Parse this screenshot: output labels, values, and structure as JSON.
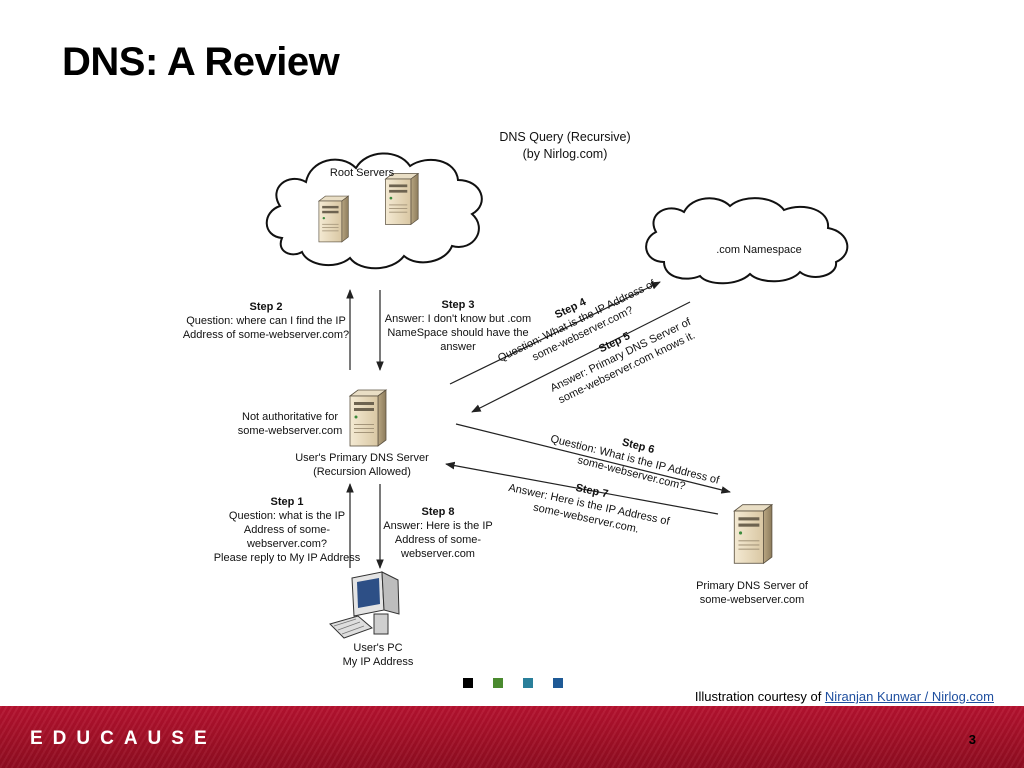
{
  "slide": {
    "title": "DNS: A Review",
    "page_number": "3"
  },
  "diagram": {
    "header_line1": "DNS Query (Recursive)",
    "header_line2": "(by Nirlog.com)",
    "root_servers_label": "Root Servers",
    "com_namespace_label": ".com Namespace",
    "primary_server": {
      "note_line1": "Not authoritative for",
      "note_line2": "some-webserver.com",
      "label_line1": "User's Primary DNS Server",
      "label_line2": "(Recursion Allowed)"
    },
    "users_pc": {
      "label_line1": "User's PC",
      "label_line2": "My IP Address"
    },
    "authoritative_server": {
      "label_line1": "Primary DNS Server of",
      "label_line2": "some-webserver.com"
    },
    "steps": {
      "step1": {
        "title": "Step 1",
        "lines": [
          "Question: what is the IP",
          "Address of some-",
          "webserver.com?",
          "Please reply to My IP Address"
        ]
      },
      "step2": {
        "title": "Step 2",
        "lines": [
          "Question: where can I find the IP",
          "Address of some-webserver.com?"
        ]
      },
      "step3": {
        "title": "Step 3",
        "lines": [
          "Answer: I don't know but .com",
          "NameSpace should have the",
          "answer"
        ]
      },
      "step4": {
        "title": "Step 4",
        "lines": [
          "Question: What is the IP Address of",
          "some-webserver.com?"
        ]
      },
      "step5": {
        "title": "Step 5",
        "lines": [
          "Answer: Primary DNS Server of",
          "some-webserver.com knows it."
        ]
      },
      "step6": {
        "title": "Step 6",
        "lines": [
          "Question: What is the IP Address of",
          "some-webserver.com?"
        ]
      },
      "step7": {
        "title": "Step 7",
        "lines": [
          "Answer: Here is the IP Address of",
          "some-webserver.com."
        ]
      },
      "step8": {
        "title": "Step 8",
        "lines": [
          "Answer: Here is the IP",
          "Address of some-",
          "webserver.com"
        ]
      }
    }
  },
  "credit": {
    "prefix": "Illustration courtesy of ",
    "link_text": "Niranjan Kunwar / Nirlog.com"
  },
  "footer": {
    "brand": "EDUCAUSE",
    "brand_color": "#a6102a"
  },
  "legend_squares": [
    {
      "name": "black-square",
      "color": "#000000"
    },
    {
      "name": "green-square",
      "color": "#4a8a2f"
    },
    {
      "name": "teal-square",
      "color": "#2a7f9a"
    },
    {
      "name": "blue-square",
      "color": "#1f5a96"
    }
  ]
}
